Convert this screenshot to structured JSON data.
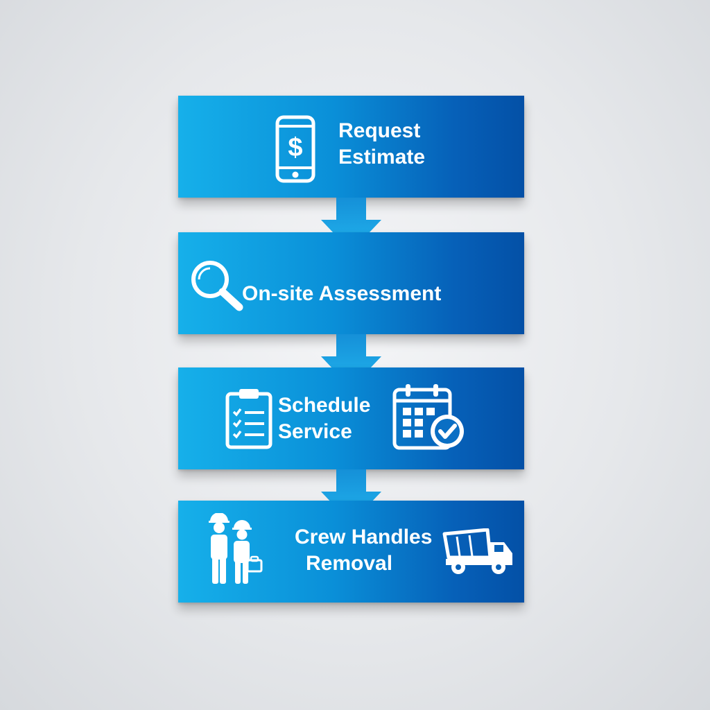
{
  "steps": [
    {
      "line1": "Request",
      "line2": "Estimate",
      "icon": "phone-dollar-icon"
    },
    {
      "line1": "On-site Assessment",
      "icon": "magnifier-icon"
    },
    {
      "line1": "Schedule",
      "line2": "Service",
      "icons": [
        "clipboard-checklist-icon",
        "calendar-check-icon"
      ]
    },
    {
      "line1": "Crew Handles",
      "line2": "Removal",
      "icons": [
        "workers-icon",
        "dump-truck-icon"
      ]
    }
  ],
  "colors": {
    "box_start": "#16b0ea",
    "box_end": "#0450a6",
    "arrow": "#1aa8e6",
    "text": "#ffffff"
  }
}
